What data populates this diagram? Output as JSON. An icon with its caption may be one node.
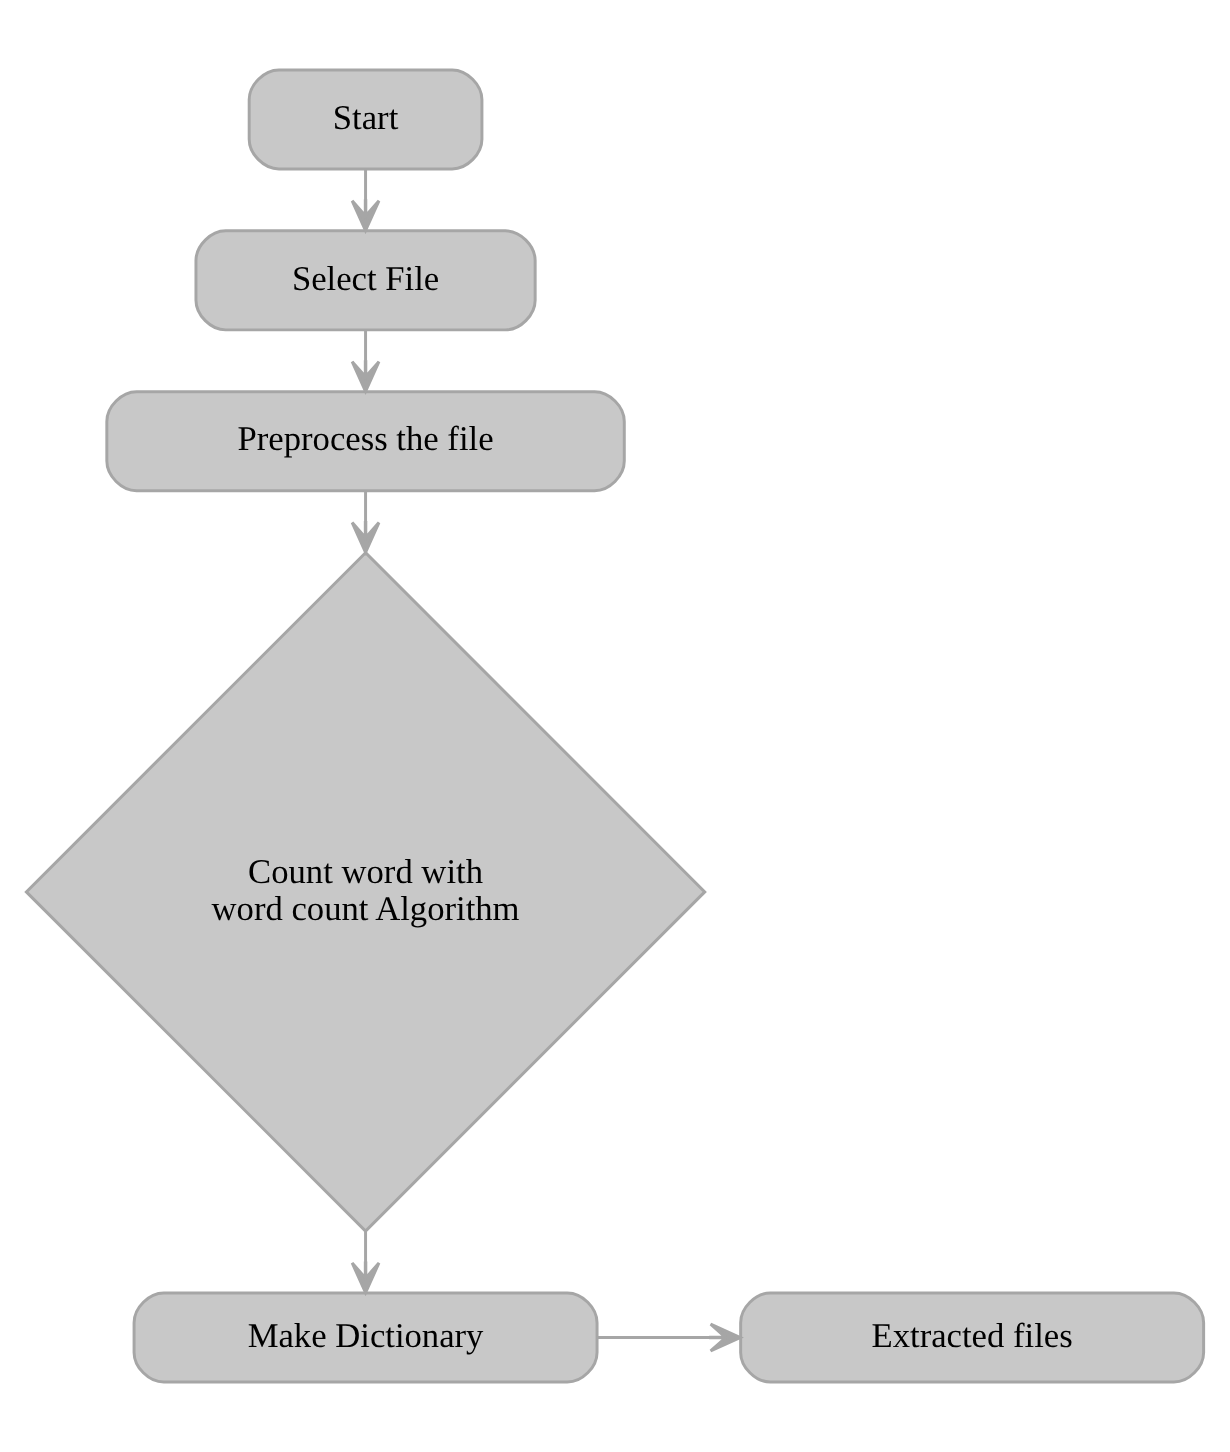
{
  "diagram": {
    "nodes": [
      {
        "text": [
          "Start"
        ]
      },
      {
        "text": [
          "Select File"
        ]
      },
      {
        "text": [
          "Preprocess the file"
        ]
      },
      {
        "text": [
          "Count word with word count Algorithm"
        ]
      },
      {
        "text": [
          "Make Dictionary"
        ]
      },
      {
        "text": [
          "Extracted files"
        ]
      }
    ],
    "edges": [
      {
        "from": 0,
        "to": 1,
        "arrow": "to"
      },
      {
        "from": 1,
        "to": 2,
        "arrow": "to"
      },
      {
        "from": 2,
        "to": 3,
        "arrow": "to"
      },
      {
        "from": 3,
        "to": 4,
        "arrow": "to"
      },
      {
        "from": 4,
        "to": 5,
        "arrow": "to"
      }
    ]
  }
}
